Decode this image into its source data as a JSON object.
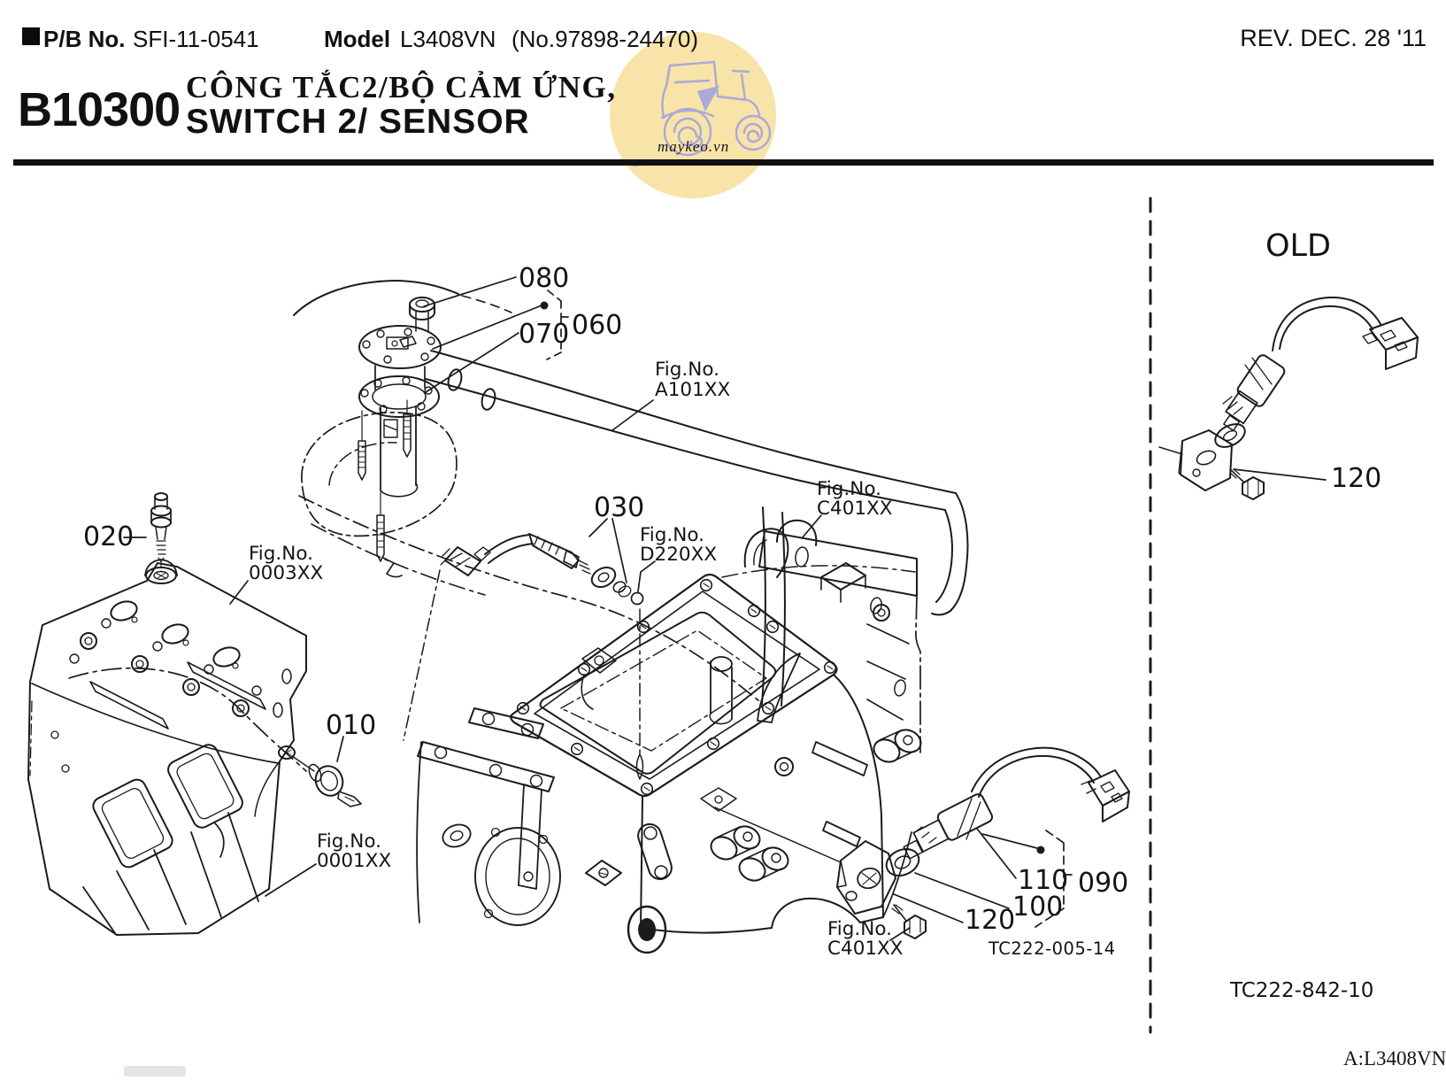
{
  "header": {
    "pb_label": "P/B No.",
    "pb_value": "SFI-11-0541",
    "model_label": "Model",
    "model_value": "L3408VN",
    "serial_no": "(No.97898-24470)",
    "revision": "REV. DEC. 28 '11",
    "section_code": "B10300",
    "title_line1": "CÔNG TẮC2/BỘ CẢM ỨNG,",
    "title_line2": "SWITCH 2/ SENSOR"
  },
  "watermark": {
    "site": "maykeo.vn",
    "circle_color": "#f8e3a8",
    "line_color": "#a9a9da",
    "text_color": "#b3acd8"
  },
  "parts": {
    "p010": "010",
    "p020": "020",
    "p030": "030",
    "p060": "060",
    "p070": "070",
    "p080": "080",
    "p090": "090",
    "p100": "100",
    "p110": "110",
    "p120": "120",
    "p120_old": "120"
  },
  "fig": {
    "word": "Fig.No.",
    "a101": "A101XX",
    "d220": "D220XX",
    "c401_top": "C401XX",
    "f0003": "0003XX",
    "f0001": "0001XX",
    "c401_bottom": "C401XX"
  },
  "notes": {
    "old_heading": "OLD",
    "drawing_code_main": "TC222-005-14",
    "drawing_code_old": "TC222-842-10",
    "footer_model": "A:L3408VN"
  }
}
